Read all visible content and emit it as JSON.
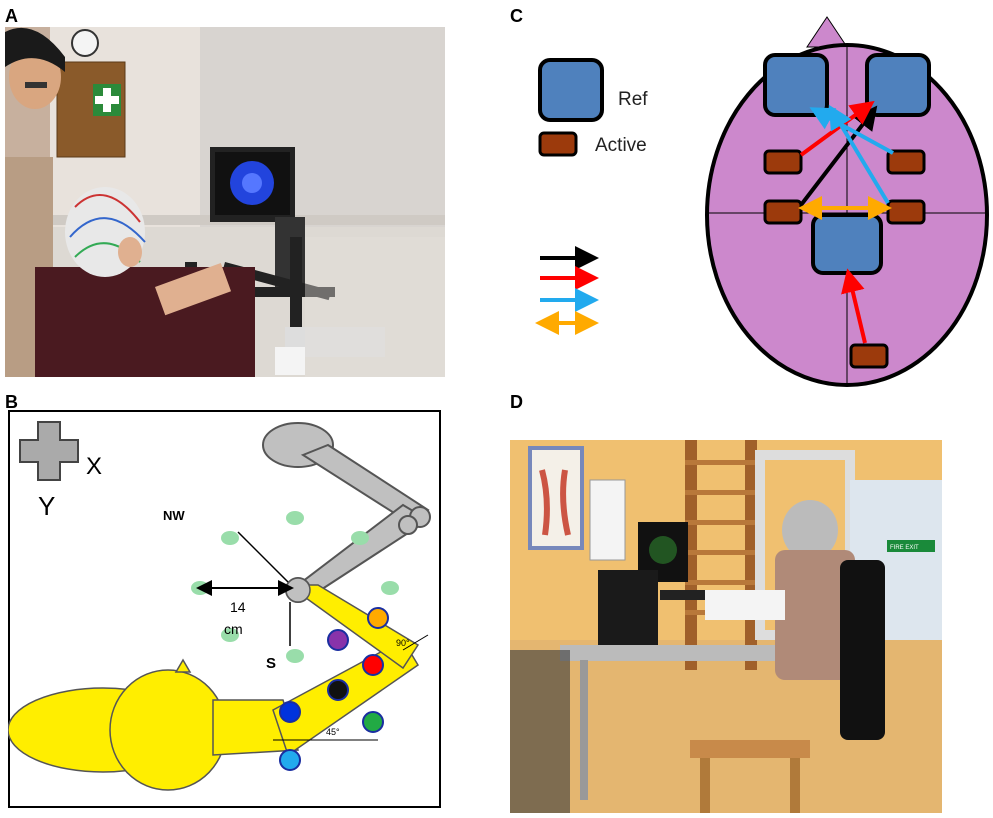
{
  "panels": {
    "a": {
      "letter": "A"
    },
    "b": {
      "letter": "B",
      "axis_x": "X",
      "axis_y": "Y",
      "nw": "NW",
      "s": "S",
      "dist_value": "14",
      "dist_unit": "cm",
      "angle_90": "90°",
      "angle_45": "45°"
    },
    "c": {
      "letter": "C",
      "legend_ref": "Ref",
      "legend_active": "Active"
    },
    "d": {
      "letter": "D",
      "sign_text": "FIRE EXIT"
    }
  },
  "colors": {
    "head": "#cc88cc",
    "electrode_ref": "#4f81bd",
    "electrode_active": "#9c3a0c",
    "arrow_black": "#000000",
    "arrow_red": "#ff0000",
    "arrow_blue": "#22aaee",
    "arrow_orange": "#ffaa00",
    "arm_yellow": "#ffee00",
    "target_green": "#99ddaa",
    "robot_gray": "#c0c0c0"
  }
}
